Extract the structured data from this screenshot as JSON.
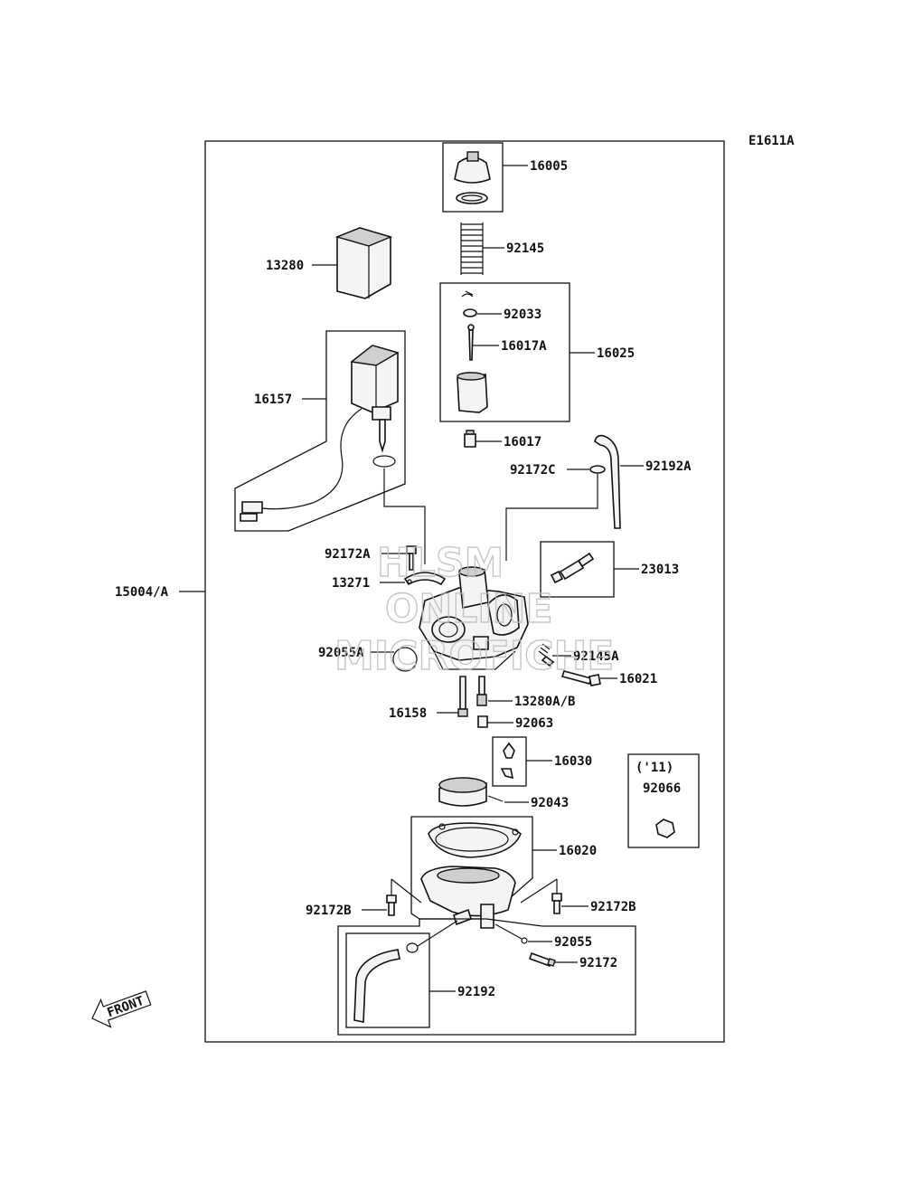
{
  "diagram_code": "E1611A",
  "watermark": [
    "HLSM",
    "ONLINE",
    "MICROFICHE"
  ],
  "front_label": "FRONT",
  "labels": {
    "p16005": "16005",
    "p92145": "92145",
    "p13280": "13280",
    "p92033": "92033",
    "p16017A": "16017A",
    "p16025": "16025",
    "p16157": "16157",
    "p16017": "16017",
    "p92172C": "92172C",
    "p92192A": "92192A",
    "p92172A": "92172A",
    "p23013": "23013",
    "p13271": "13271",
    "p15004A": "15004/A",
    "p92055A": "92055A",
    "p92145A": "92145A",
    "p16021": "16021",
    "p13280AB": "13280A/B",
    "p16158": "16158",
    "p92063": "92063",
    "p16030": "16030",
    "year": "('11)",
    "p92066": "92066",
    "p92043": "92043",
    "p16020": "16020",
    "p92172B_left": "92172B",
    "p92172B_right": "92172B",
    "p92055": "92055",
    "p92172": "92172",
    "p92192": "92192"
  }
}
